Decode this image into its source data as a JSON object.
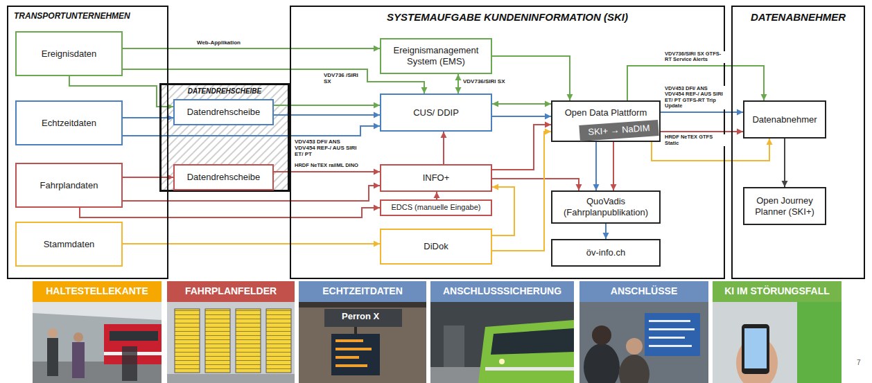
{
  "diagram": {
    "nodes": [
      {
        "text": [
          "TRANSPORTUNTERNEHMEN"
        ]
      },
      {
        "text": [
          "Ereignisdaten"
        ],
        "in": 0
      },
      {
        "text": [
          "Echtzeitdaten"
        ],
        "in": 0
      },
      {
        "text": [
          "Fahrplandaten"
        ],
        "in": 0
      },
      {
        "text": [
          "Stammdaten"
        ],
        "in": 0
      },
      {
        "text": [
          "DATENDREHSCHEIBE"
        ]
      },
      {
        "text": [
          "Datendrehscheibe"
        ],
        "in": 5
      },
      {
        "text": [
          "Datendrehscheibe"
        ],
        "in": 5
      },
      {
        "text": [
          "SYSTEMAUFGABE KUNDENINFORMATION (SKI)"
        ]
      },
      {
        "text": [
          "Ereignismanagement System (EMS)"
        ],
        "in": 8
      },
      {
        "text": [
          "CUS/ DDIP"
        ],
        "in": 8
      },
      {
        "text": [
          "Open Data Plattform"
        ],
        "in": 8
      },
      {
        "text": [
          "SKI+ → NaDIM"
        ],
        "in": 11
      },
      {
        "text": [
          "INFO+"
        ],
        "in": 8
      },
      {
        "text": [
          "EDCS (manuelle Eingabe)"
        ],
        "in": 8
      },
      {
        "text": [
          "QuoVadis (Fahrplanpublikation)"
        ],
        "in": 8
      },
      {
        "text": [
          "DiDok"
        ],
        "in": 8
      },
      {
        "text": [
          "öv-info.ch"
        ],
        "in": 8
      },
      {
        "text": [
          "DATENABNEHMER"
        ]
      },
      {
        "text": [
          "Datenabnehmer"
        ],
        "in": 18
      },
      {
        "text": [
          "Open Journey Planner (SKI+)"
        ],
        "in": 18
      },
      {
        "text": [
          "HALTESTELLEKANTE"
        ]
      },
      {
        "text": [
          "FAHRPLANFELDER"
        ]
      },
      {
        "text": [
          "ECHTZEITDATEN"
        ]
      },
      {
        "text": [
          "ANSCHLUSSSICHERUNG"
        ]
      },
      {
        "text": [
          "ANSCHLÜSSE"
        ]
      },
      {
        "text": [
          "KI IM STÖRUNGSFALL"
        ]
      }
    ],
    "edges": [
      {
        "from": 1,
        "to": 9,
        "label": "Web-Applikation",
        "arrow": "to"
      },
      {
        "from": 1,
        "to": 10,
        "label": "VDV736 /SIRI SX",
        "arrow": "to"
      },
      {
        "from": 1,
        "to": 6,
        "arrow": "to"
      },
      {
        "from": 9,
        "to": 10,
        "label": "VDV736/SIRI SX",
        "arrow": "both"
      },
      {
        "from": 9,
        "to": 11,
        "arrow": "to"
      },
      {
        "from": 10,
        "to": 11,
        "arrow": "both"
      },
      {
        "from": 6,
        "to": 10,
        "arrow": "to"
      },
      {
        "from": 2,
        "to": 6,
        "arrow": "to"
      },
      {
        "from": 6,
        "to": 10,
        "arrow": "to"
      },
      {
        "from": 2,
        "to": 10,
        "label": "VDV453 DFI/ ANS VDV454 REF-/ AUS SIRI ET/ PT",
        "arrow": "to"
      },
      {
        "from": 10,
        "to": 11,
        "arrow": "to"
      },
      {
        "from": 3,
        "to": 7,
        "arrow": "to"
      },
      {
        "from": 7,
        "to": 13,
        "label": "HRDF NeTEX railML DINO",
        "arrow": "to"
      },
      {
        "from": 3,
        "to": 13,
        "arrow": "to"
      },
      {
        "from": 3,
        "to": 14,
        "arrow": "to"
      },
      {
        "from": 14,
        "to": 13,
        "arrow": "to"
      },
      {
        "from": 13,
        "to": 10,
        "arrow": "to"
      },
      {
        "from": 13,
        "to": 11,
        "arrow": "to"
      },
      {
        "from": 13,
        "to": 15,
        "arrow": "to"
      },
      {
        "from": 4,
        "to": 16,
        "arrow": "to"
      },
      {
        "from": 16,
        "to": 13,
        "arrow": "to"
      },
      {
        "from": 16,
        "to": 11,
        "arrow": "to"
      },
      {
        "from": 11,
        "to": 19,
        "label": "VDV736/SIRI SX GTFS-RT Service Alerts",
        "arrow": "to"
      },
      {
        "from": 11,
        "to": 19,
        "label": "VDV453 DFI/ ANS VDV454 REF-/ AUS SIRI ET/ PT GTFS-RT Trip Update",
        "arrow": "to"
      },
      {
        "from": 11,
        "to": 19,
        "label": "HRDF NeTEX GTFS Static",
        "arrow": "to"
      },
      {
        "from": 11,
        "to": 19,
        "arrow": "to"
      },
      {
        "from": 11,
        "to": 15,
        "arrow": "to"
      },
      {
        "from": 11,
        "to": 15,
        "arrow": "to"
      },
      {
        "from": 15,
        "to": 17,
        "arrow": "to"
      },
      {
        "from": 19,
        "to": 20,
        "arrow": "to"
      }
    ],
    "labels": [
      "Perron X",
      "7"
    ]
  }
}
